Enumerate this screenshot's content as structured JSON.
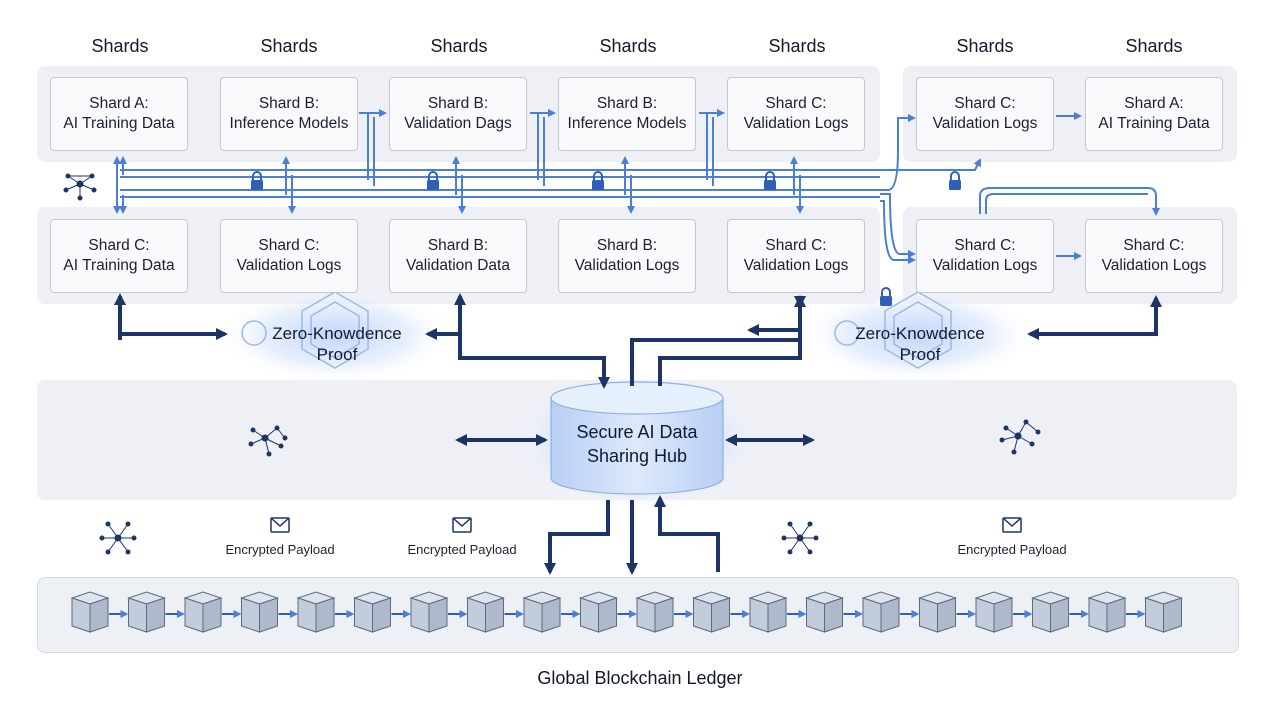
{
  "column_headers": [
    "Shards",
    "Shards",
    "Shards",
    "Shards",
    "Shards",
    "Shards",
    "Shards"
  ],
  "top_row": [
    {
      "name": "Shard A:",
      "desc": "AI Training Data"
    },
    {
      "name": "Shard B:",
      "desc": "Inference Models"
    },
    {
      "name": "Shard B:",
      "desc": "Validation Dags"
    },
    {
      "name": "Shard B:",
      "desc": "Inference Models"
    },
    {
      "name": "Shard C:",
      "desc": "Validation Logs"
    },
    {
      "name": "Shard C:",
      "desc": "Validation Logs"
    },
    {
      "name": "Shard A:",
      "desc": "AI Training Data"
    }
  ],
  "bottom_row": [
    {
      "name": "Shard C:",
      "desc": "AI Training Data"
    },
    {
      "name": "Shard C:",
      "desc": "Validation Logs"
    },
    {
      "name": "Shard B:",
      "desc": "Validation Data"
    },
    {
      "name": "Shard B:",
      "desc": "Validation Logs"
    },
    {
      "name": "Shard C:",
      "desc": "Validation Logs"
    },
    {
      "name": "Shard C:",
      "desc": "Validation Logs"
    },
    {
      "name": "Shard C:",
      "desc": "Validation Logs"
    }
  ],
  "zkp": {
    "line1": "Zero-Knowdence",
    "line2": "Proof"
  },
  "hub": {
    "line1": "Secure AI Data",
    "line2": "Sharing Hub"
  },
  "payload_label": "Encrypted Payload",
  "ledger_label": "Global Blockchain Ledger",
  "colors": {
    "arrow_light": "#4a7fd4",
    "arrow_dark": "#1c3566",
    "panel": "#eef0f5",
    "hub": "#c9dbf7"
  }
}
